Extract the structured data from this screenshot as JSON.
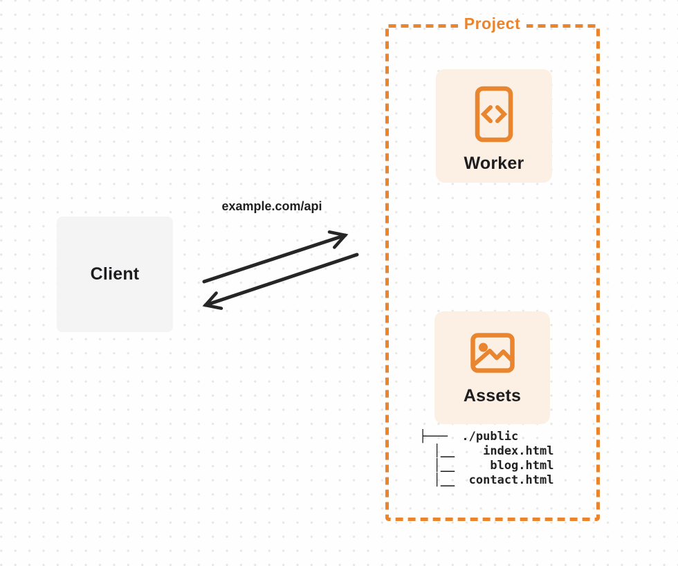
{
  "colors": {
    "accent_orange": "#e8852e",
    "card_cream_bg": "#fbf0e3",
    "client_gray_bg": "#f4f4f5",
    "text_dark": "#1d1d1f",
    "arrow_dark": "#262626",
    "dot_grid": "#e7e7e7"
  },
  "project": {
    "label": "Project"
  },
  "worker": {
    "label": "Worker",
    "icon": "code-file-icon"
  },
  "assets": {
    "label": "Assets",
    "icon": "image-icon"
  },
  "client": {
    "label": "Client"
  },
  "request": {
    "label": "example.com/api"
  },
  "file_tree": {
    "lines": [
      "├───  ./public",
      "  │__    index.html",
      "  │__     blog.html",
      "  │__  contact.html"
    ]
  }
}
